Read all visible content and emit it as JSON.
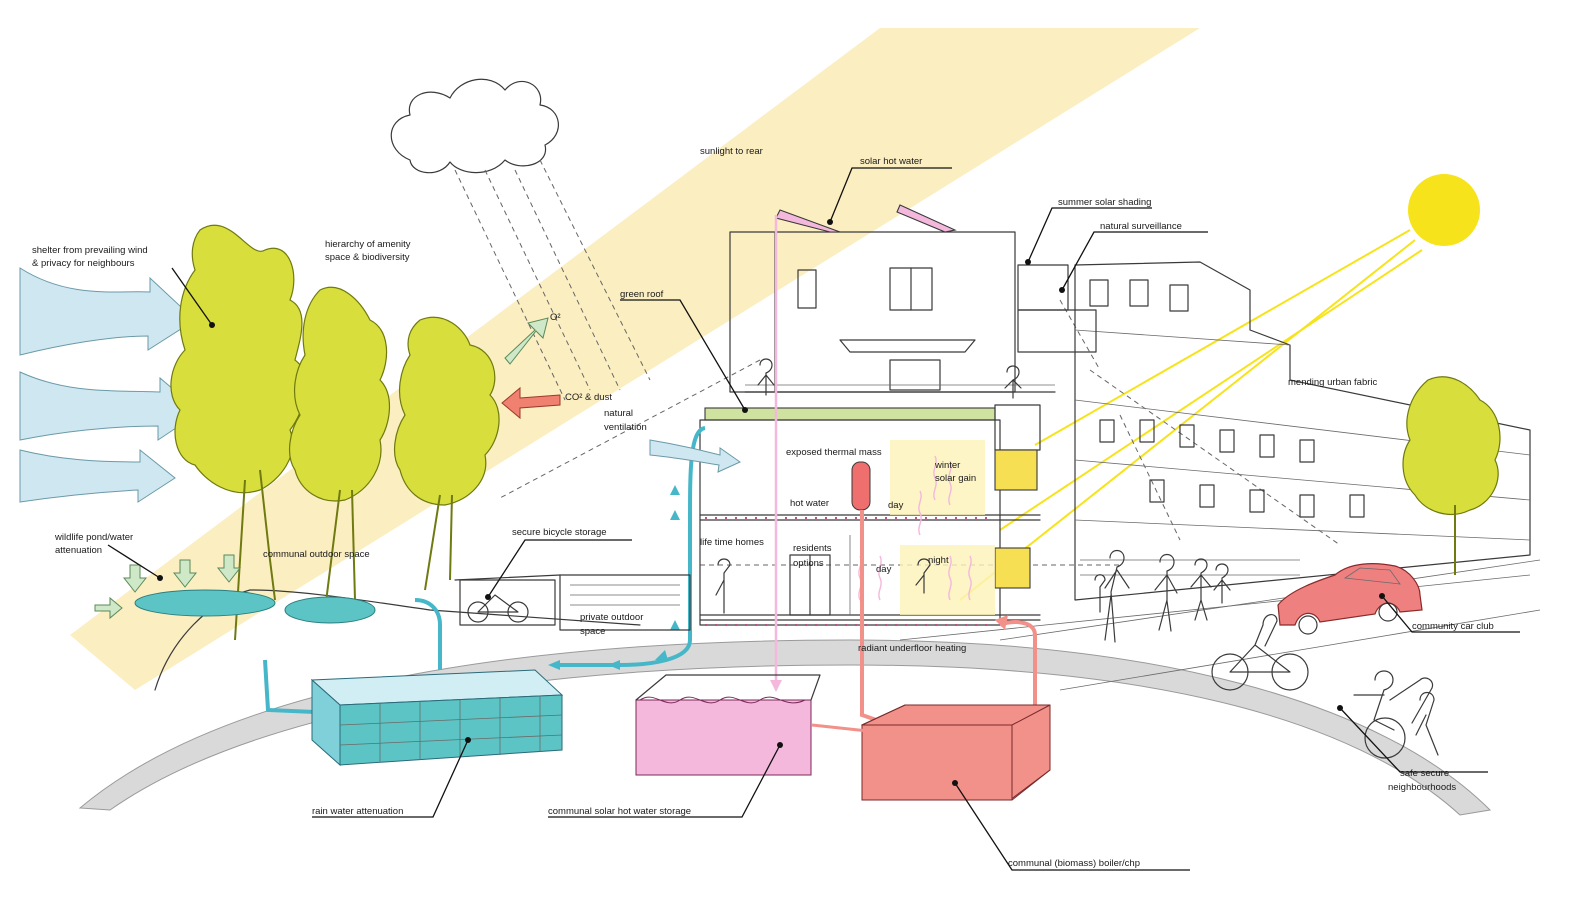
{
  "colors": {
    "sun": "#f7e31b",
    "sunbeam": "#fbeec0",
    "tree": "#d8de3c",
    "tree_stroke": "#6f7a10",
    "wind": "#cfe7f0",
    "water": "#5cc4c4",
    "pipe": "#45b7c9",
    "solar_tank": "#f4b8dc",
    "boiler": "#f2908a",
    "road": "#d9d9d9",
    "car": "#ef8080",
    "o2_arrow": "#cfe8c8",
    "co2_arrow": "#f08070"
  },
  "labels": {
    "sunlight_to_rear": "sunlight to rear",
    "solar_hot_water": "solar hot water",
    "summer_solar_shading": "summer solar shading",
    "natural_surveillance": "natural surveillance",
    "shelter_line1": "shelter from prevailing wind",
    "shelter_line2": "& privacy for neighbours",
    "hierarchy_line1": "hierarchy of amenity",
    "hierarchy_line2": "space & biodiversity",
    "o2": "O²",
    "co2": "CO² & dust",
    "green_roof": "green roof",
    "natural_ventilation_line1": "natural",
    "natural_ventilation_line2": "ventilation",
    "mending_urban_fabric": "mending urban fabric",
    "exposed_thermal_mass": "exposed thermal mass",
    "winter_solar_gain_line1": "winter",
    "winter_solar_gain_line2": "solar gain",
    "hot_water": "hot water",
    "day_upper": "day",
    "wildlife_line1": "wildlife pond/water",
    "wildlife_line2": "attenuation",
    "communal_outdoor_space": "communal outdoor space",
    "secure_bicycle_storage": "secure bicycle storage",
    "life_time_homes": "life time homes",
    "residents_options_line1": "residents",
    "residents_options_line2": "options",
    "day_lower": "day",
    "night": "night",
    "private_outdoor_line1": "private outdoor",
    "private_outdoor_line2": "space",
    "radiant_underfloor_heating": "radiant underfloor heating",
    "community_car_club": "community car club",
    "rain_water_attenuation": "rain water attenuation",
    "communal_solar_hot_water_storage": "communal solar hot water storage",
    "safe_secure_line1": "safe secure",
    "safe_secure_line2": "neighbourhoods",
    "communal_boiler": "communal (biomass) boiler/chp"
  }
}
